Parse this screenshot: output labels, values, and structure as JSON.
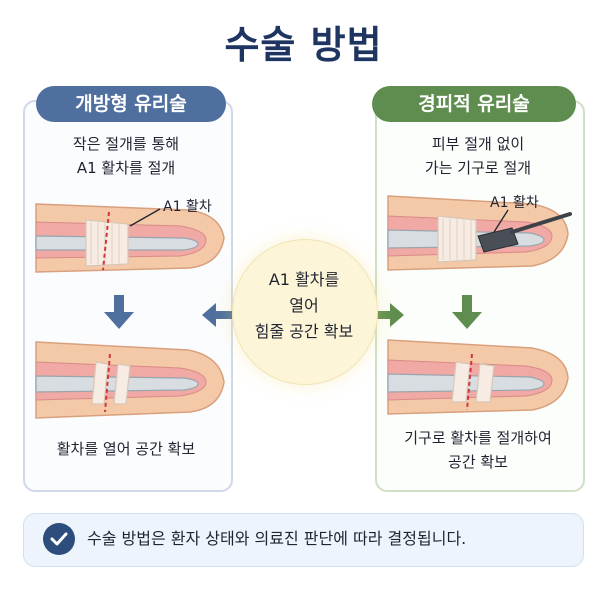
{
  "title": "수술 방법",
  "left_panel": {
    "heading": "개방형 유리술",
    "description_line1": "작은 절개를 통해",
    "description_line2": "A1 활차를 절개",
    "annotation": "A1 활차",
    "caption": "활차를 열어 공간 확보"
  },
  "center": {
    "line1": "A1 활차를",
    "line2": "열어",
    "line3": "힘줄 공간 확보"
  },
  "right_panel": {
    "heading": "경피적 유리술",
    "description_line1": "피부 절개 없이",
    "description_line2": "가는 기구로 절개",
    "annotation": "A1 활차",
    "caption_line1": "기구로 활차를 절개하여",
    "caption_line2": "공간 확보"
  },
  "footer": {
    "text": "수술 방법은 환자 상태와 의료진 판단에 따라 결정됩니다."
  },
  "colors": {
    "title": "#1f3561",
    "left_accent": "#4f6f9f",
    "right_accent": "#5e8d4f",
    "check": "#2d4d7d"
  }
}
